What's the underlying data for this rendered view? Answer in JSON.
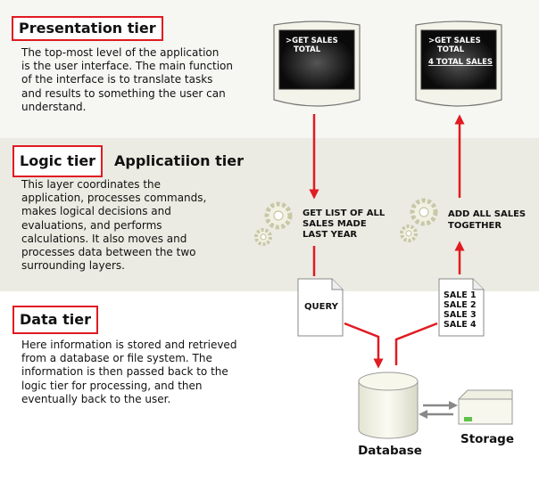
{
  "presentation": {
    "title": "Presentation tier",
    "description": "The top-most level of the application\nis the user interface. The main function\nof the interface is to translate tasks\nand results to something the user can\nunderstand."
  },
  "logic": {
    "title": "Logic tier",
    "subtitle": "Applicatiion tier",
    "description": "This layer coordinates the\napplication, processes commands,\nmakes logical decisions and\nevaluations, and performs\ncalculations.  It also moves and\nprocesses data between the two\nsurrounding layers."
  },
  "data_tier": {
    "title": "Data tier",
    "description": "Here information is stored and retrieved\nfrom a database or file system.  The\ninformation is then passed back to the\nlogic tier for processing, and then\neventually back to the user."
  },
  "diagram": {
    "monitor_left": {
      "line1": ">GET SALES",
      "line2": "TOTAL"
    },
    "monitor_right": {
      "line1": ">GET SALES",
      "line2": "TOTAL",
      "line3": "4 TOTAL SALES"
    },
    "step_left": {
      "line1": "GET LIST OF ALL",
      "line2": "SALES MADE",
      "line3": "LAST YEAR"
    },
    "step_right": {
      "line1": "ADD ALL SALES",
      "line2": "TOGETHER"
    },
    "query_doc": {
      "label": "QUERY"
    },
    "sales_doc": {
      "lines": [
        "SALE 1",
        "SALE 2",
        "SALE 3",
        "SALE 4"
      ]
    },
    "database_label": "Database",
    "storage_label": "Storage",
    "colors": {
      "arrow": "#e01b22",
      "highlight_box": "#e01b22",
      "screen": "#111111"
    }
  }
}
